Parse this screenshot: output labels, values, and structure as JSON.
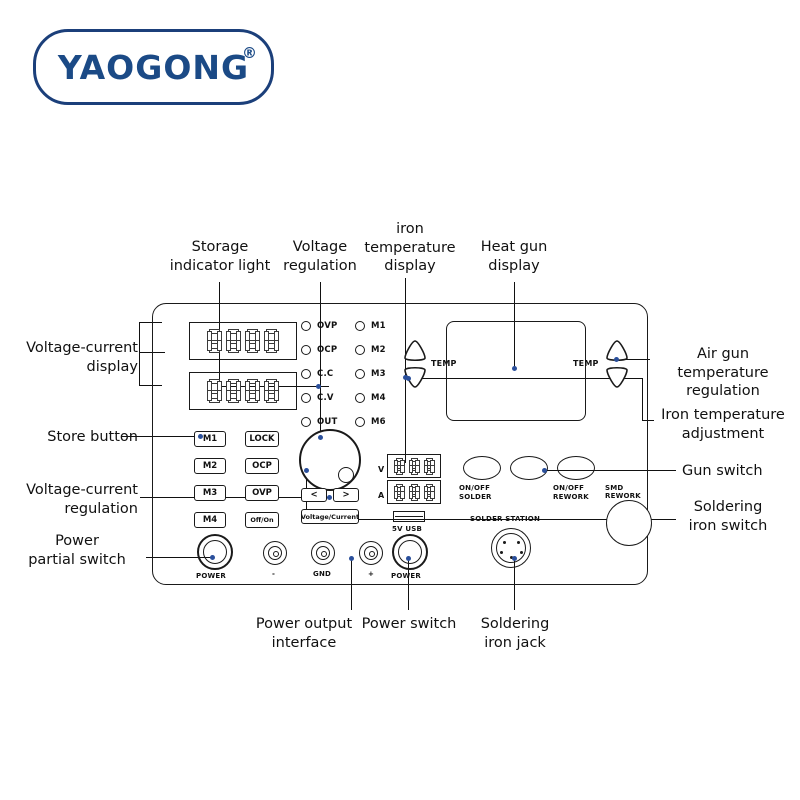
{
  "brand": {
    "name": "YAOGONG",
    "registered_mark": "®"
  },
  "annotations": {
    "storage_indicator_light": "Storage\nindicator light",
    "voltage_regulation": "Voltage\nregulation",
    "iron_temperature_display": "iron\ntemperature\ndisplay",
    "heat_gun_display": "Heat gun\ndisplay",
    "voltage_current_display": "Voltage-current\ndisplay",
    "store_button": "Store button",
    "voltage_current_regulation": "Voltage-current\nregulation",
    "power_partial_switch": "Power\npartial switch",
    "air_gun_temperature_regulation": "Air gun temperature\nregulation",
    "iron_temperature_adjustment": "Iron temperature\nadjustment",
    "gun_switch": "Gun switch",
    "soldering_iron_switch": "Soldering\niron switch",
    "power_output_interface": "Power output\ninterface",
    "power_switch": "Power switch",
    "soldering_iron_jack": "Soldering\niron jack"
  },
  "panel": {
    "status_leds": [
      "OVP",
      "OCP",
      "C.C",
      "C.V",
      "OUT"
    ],
    "memory_leds": [
      "M1",
      "M2",
      "M3",
      "M4",
      "M6"
    ],
    "memory_keys": [
      "M1",
      "M2",
      "M3",
      "M4"
    ],
    "function_keys": [
      "LOCK",
      "OCP",
      "OVP",
      "Off/On"
    ],
    "arrow_keys": [
      "<",
      ">"
    ],
    "mode_key": "Voltage/Current",
    "volt_display_digits": [
      "8",
      "8",
      "8",
      "8"
    ],
    "amp_display_digits": [
      "8",
      "8",
      "8",
      "8"
    ],
    "iron_volt_label": "V",
    "iron_amp_label": "A",
    "iron_volt_digits": [
      "8",
      "8",
      "8"
    ],
    "iron_amp_digits": [
      "8",
      "8",
      "8"
    ],
    "usb_label": "5V USB",
    "temp_label_left": "TEMP",
    "temp_label_right": "TEMP",
    "solder_switch_label": "ON/OFF\nSOLDER",
    "rework_switch_label": "ON/OFF\nREWORK",
    "smd_rework_label": "SMD REWORK",
    "solder_station_label": "SOLDER STATION",
    "power_left_label": "POWER",
    "power_right_label": "POWER",
    "terminal_negative": "-",
    "terminal_ground": "GND",
    "terminal_positive": "+"
  },
  "colors": {
    "brand_blue": "#1b4a86",
    "outline": "#1a1a1a",
    "callout_dot": "#2a4f9b",
    "text": "#111111"
  }
}
